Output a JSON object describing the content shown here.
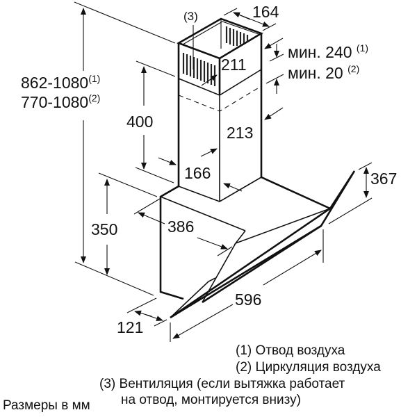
{
  "diagram": {
    "subject": "Наклонная кухонная вытяжка — габаритные размеры",
    "dimensions": {
      "total_height_1": "862-1080",
      "total_height_1_note": "(1)",
      "total_height_2": "770-1080",
      "total_height_2_note": "(2)",
      "chimney_lower_height": "400",
      "chimney_width": "164",
      "chimney_top_depth": "211",
      "chimney_lower_depth": "213",
      "chimney_lower_width": "166",
      "min_gap_1_label": "мин. 240",
      "min_gap_1_note": "(1)",
      "min_gap_2_label": "мин. 20",
      "min_gap_2_note": "(2)",
      "body_height": "350",
      "body_depth": "386",
      "glass_height": "367",
      "width": "596",
      "front_offset": "121",
      "vent_note": "(3)"
    },
    "legend": [
      {
        "key": "(1)",
        "text": "Отвод воздуха"
      },
      {
        "key": "(2)",
        "text": "Циркуляция воздуха"
      },
      {
        "key": "(3)",
        "text": "Вентиляция (если вытяжка работает"
      },
      {
        "key": "",
        "text": "на отвод, монтируется внизу)"
      }
    ],
    "units_note": "Размеры в мм"
  }
}
